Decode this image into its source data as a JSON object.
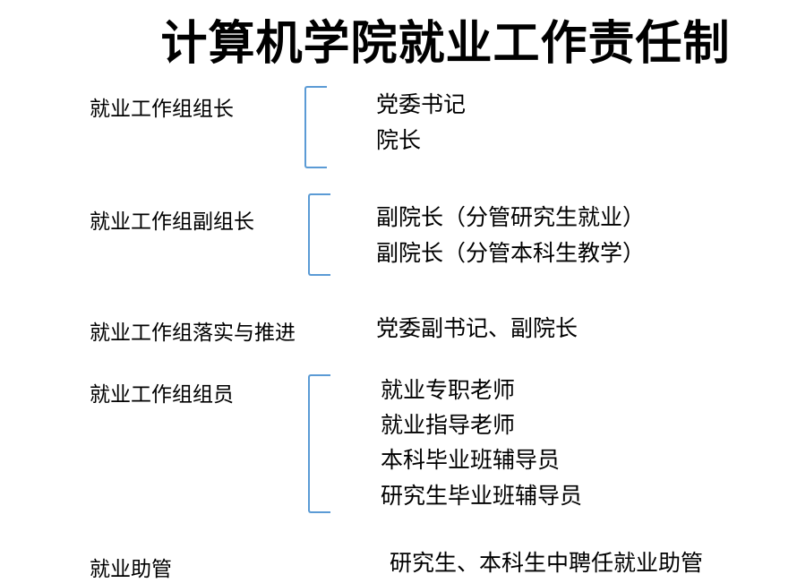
{
  "title": "计算机学院就业工作责任制",
  "colors": {
    "bracket": "#5B9BD5",
    "background": "#FFFFFF",
    "text": "#000000"
  },
  "rows": [
    {
      "label": "就业工作组组长",
      "items": [
        "党委书记",
        "院长"
      ]
    },
    {
      "label": "就业工作组副组长",
      "items": [
        "副院长（分管研究生就业）",
        "副院长（分管本科生教学）"
      ]
    },
    {
      "label": "就业工作组落实与推进",
      "items": [
        "党委副书记、副院长"
      ]
    },
    {
      "label": "就业工作组组员",
      "items": [
        "就业专职老师",
        "就业指导老师",
        "本科毕业班辅导员",
        "研究生毕业班辅导员"
      ]
    },
    {
      "label": "就业助管",
      "items": [
        "研究生、本科生中聘任就业助管"
      ]
    }
  ]
}
